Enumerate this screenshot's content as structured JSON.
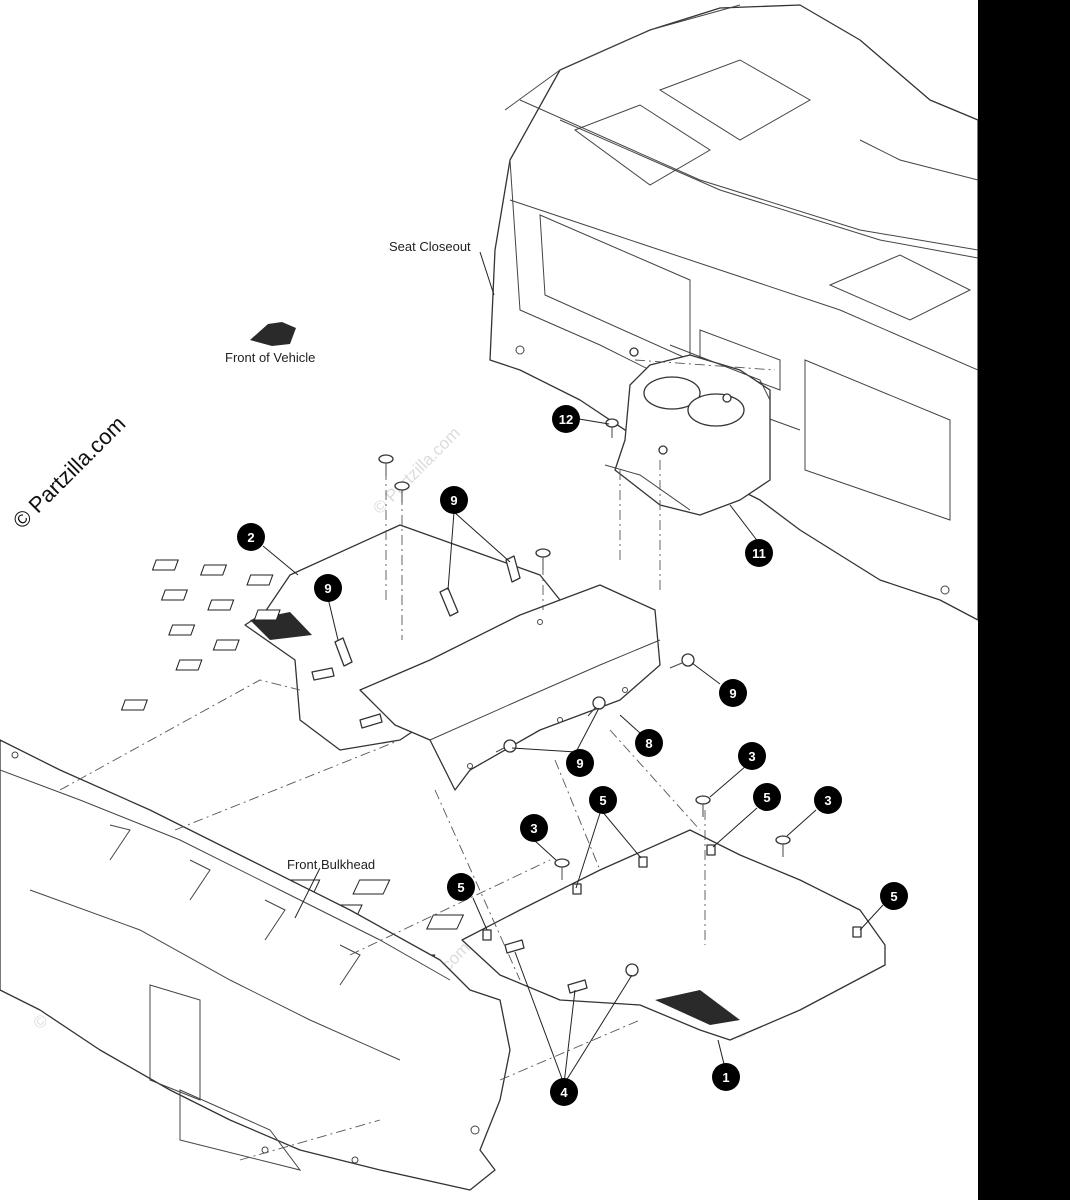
{
  "watermark": {
    "copyright": "© Partzilla.com",
    "text": "© Partzilla.com"
  },
  "labels": {
    "seat_closeout": "Seat Closeout",
    "front_of_vehicle": "Front of Vehicle",
    "front_bulkhead": "Front Bulkhead"
  },
  "callouts": [
    "1",
    "2",
    "3",
    "3",
    "3",
    "4",
    "5",
    "5",
    "5",
    "5",
    "8",
    "9",
    "9",
    "9",
    "9",
    "11",
    "12"
  ],
  "colors": {
    "line": "#333333",
    "callout_fill": "#000000",
    "watermark": "#dcdcdc"
  }
}
